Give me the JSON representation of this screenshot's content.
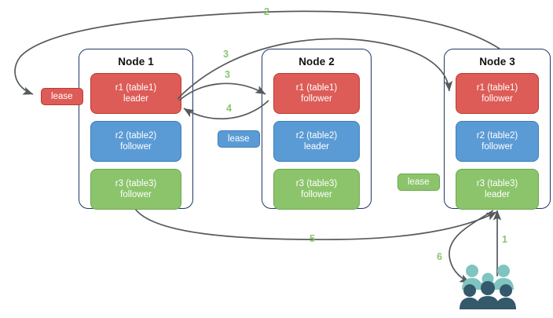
{
  "diagram": {
    "title": "Distributed database lease and request routing diagram",
    "colors": {
      "red": "#dd5c57",
      "blue": "#5b9bd5",
      "green": "#8cc46c",
      "node_border": "#1f3864",
      "arrow": "#555a5d",
      "label": "#8cc46c",
      "people_light": "#7fc4c0",
      "people_dark": "#33596b"
    },
    "nodes": [
      {
        "title": "Node 1",
        "replicas": [
          {
            "name": "r1 (table1)",
            "role": "leader",
            "color": "red"
          },
          {
            "name": "r2 (table2)",
            "role": "follower",
            "color": "blue"
          },
          {
            "name": "r3 (table3)",
            "role": "follower",
            "color": "green"
          }
        ]
      },
      {
        "title": "Node 2",
        "replicas": [
          {
            "name": "r1 (table1)",
            "role": "follower",
            "color": "red"
          },
          {
            "name": "r2 (table2)",
            "role": "leader",
            "color": "blue"
          },
          {
            "name": "r3 (table3)",
            "role": "follower",
            "color": "green"
          }
        ]
      },
      {
        "title": "Node 3",
        "replicas": [
          {
            "name": "r1 (table1)",
            "role": "follower",
            "color": "red"
          },
          {
            "name": "r2 (table2)",
            "role": "follower",
            "color": "blue"
          },
          {
            "name": "r3 (table3)",
            "role": "leader",
            "color": "green"
          }
        ]
      }
    ],
    "leases": [
      {
        "label": "lease",
        "color": "red"
      },
      {
        "label": "lease",
        "color": "blue"
      },
      {
        "label": "lease",
        "color": "green"
      }
    ],
    "arrow_labels": [
      {
        "id": "2",
        "text": "2"
      },
      {
        "id": "3a",
        "text": "3"
      },
      {
        "id": "3b",
        "text": "3"
      },
      {
        "id": "4",
        "text": "4"
      },
      {
        "id": "5",
        "text": "5"
      },
      {
        "id": "1",
        "text": "1"
      },
      {
        "id": "6",
        "text": "6"
      }
    ],
    "people_icon": "users-icon"
  }
}
